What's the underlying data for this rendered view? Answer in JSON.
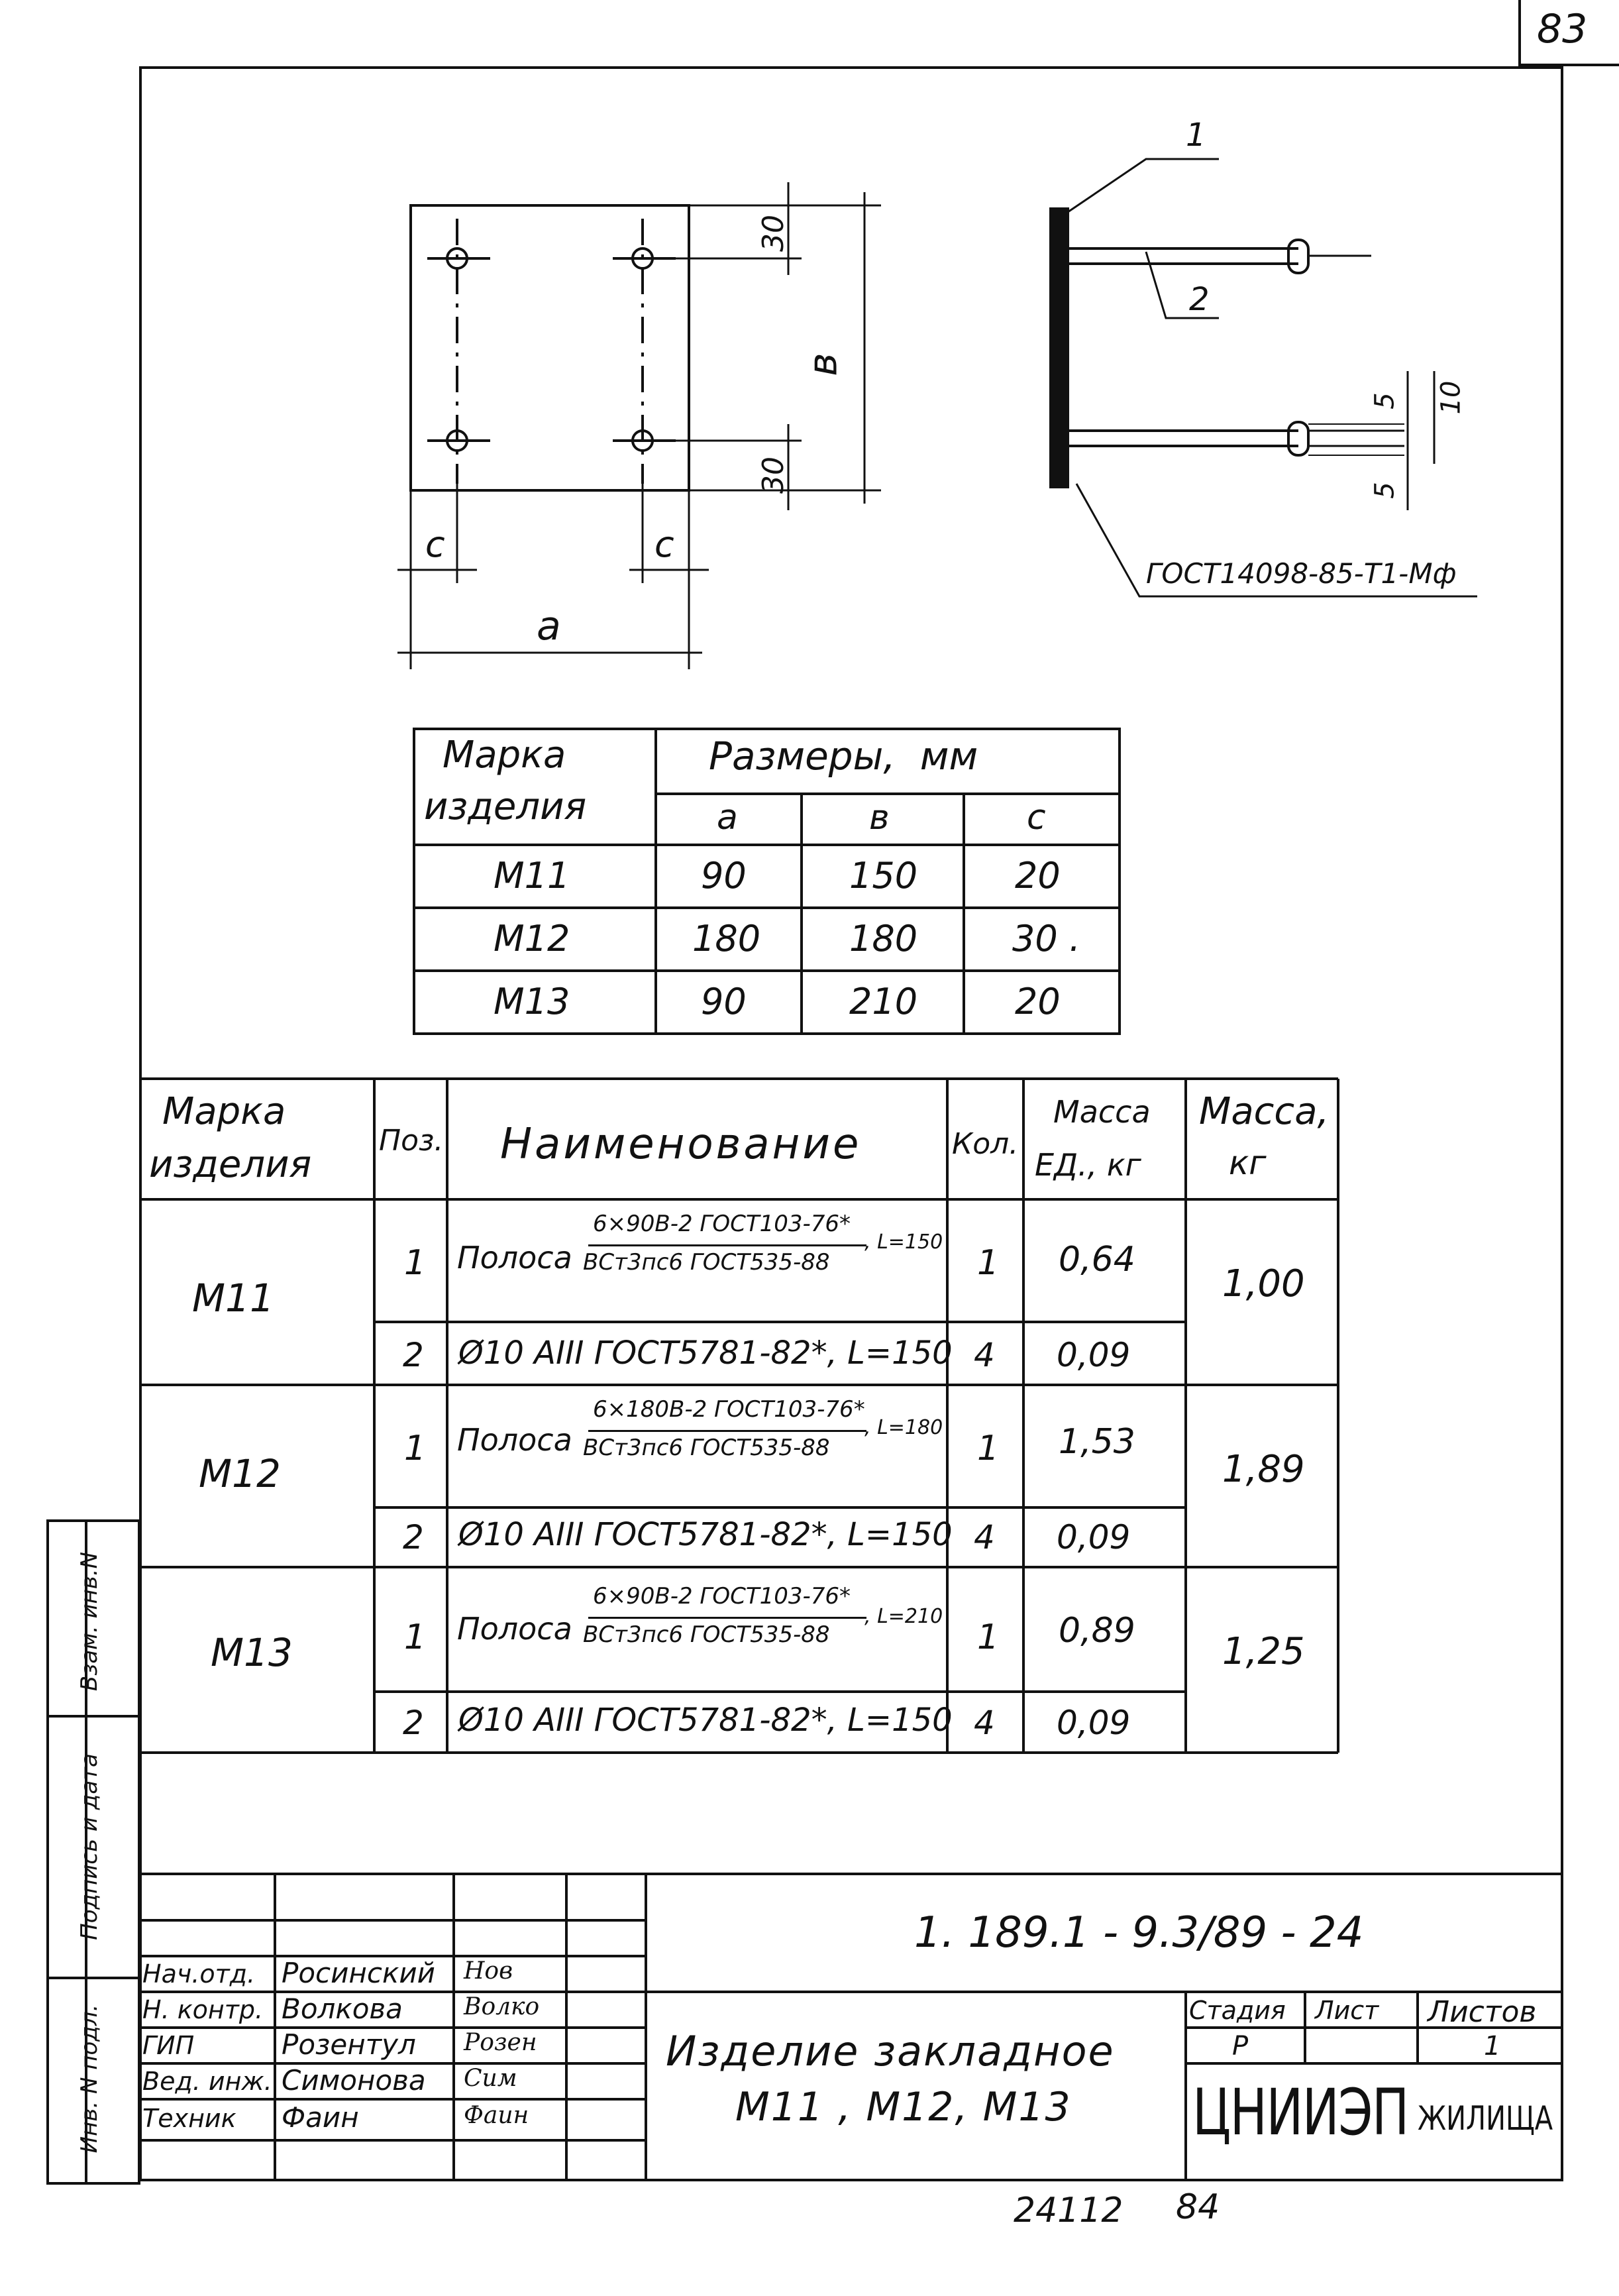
{
  "sheet_number": "83",
  "drawing": {
    "plan": {
      "dim_a": "a",
      "dim_b": "в",
      "dim_c_left": "c",
      "dim_c_right": "c",
      "dim_30_top": "30",
      "dim_30_bottom": "30"
    },
    "side": {
      "callout_1": "1",
      "callout_2": "2",
      "dim_5_top": "5",
      "dim_10": "10",
      "dim_5_bottom": "5",
      "weld_note": "ГОСТ14098-85-Т1-Мф"
    }
  },
  "sizes_table": {
    "header_mark": [
      "Марка",
      "изделия"
    ],
    "header_sizes": "Размеры,  мм",
    "col_a": "a",
    "col_b": "в",
    "col_c": "c",
    "rows": [
      {
        "mark": "М11",
        "a": "90",
        "b": "150",
        "c": "20"
      },
      {
        "mark": "М12",
        "a": "180",
        "b": "180",
        "c": "30 ."
      },
      {
        "mark": "М13",
        "a": "90",
        "b": "210",
        "c": "20"
      }
    ]
  },
  "spec_table": {
    "headers": {
      "mark": [
        "Марка",
        "изделия"
      ],
      "pos": "Поз.",
      "name": "Наименование",
      "qty": "Кол.",
      "unit_mass": [
        "Масса",
        "ЕД., кг"
      ],
      "mass": [
        "Масса,",
        "кг"
      ]
    },
    "groups": [
      {
        "mark": "М11",
        "mass": "1,00",
        "items": [
          {
            "pos": "1",
            "prefix": "Полоса",
            "num": "6×90В-2 ГОСТ103-76*",
            "den": "ВСт3пс6 ГОСТ535-88",
            "len": ", L=150",
            "qty": "1",
            "unit": "0,64"
          },
          {
            "pos": "2",
            "text": "Ø10 АIII ГОСТ5781-82*, L=150",
            "qty": "4",
            "unit": "0,09"
          }
        ]
      },
      {
        "mark": "М12",
        "mass": "1,89",
        "items": [
          {
            "pos": "1",
            "prefix": "Полоса",
            "num": "6×180В-2 ГОСТ103-76*",
            "den": "ВСт3пс6 ГОСТ535-88",
            "len": ", L=180",
            "qty": "1",
            "unit": "1,53"
          },
          {
            "pos": "2",
            "text": "Ø10 АIII ГОСТ5781-82*, L=150",
            "qty": "4",
            "unit": "0,09"
          }
        ]
      },
      {
        "mark": "М13",
        "mass": "1,25",
        "items": [
          {
            "pos": "1",
            "prefix": "Полоса",
            "num": "6×90В-2 ГОСТ103-76*",
            "den": "ВСт3пс6 ГОСТ535-88",
            "len": ", L=210",
            "qty": "1",
            "unit": "0,89"
          },
          {
            "pos": "2",
            "text": "Ø10 АIII ГОСТ5781-82*, L=150",
            "qty": "4",
            "unit": "0,09"
          }
        ]
      }
    ]
  },
  "side_stamp": [
    "Инв. N подл.",
    "Подпись и дата",
    "Взам. инв.N"
  ],
  "title_block": {
    "doc_code": "1. 189.1 - 9.3/89 - 24",
    "staff": [
      {
        "role": "Нач.отд.",
        "name": "Росинский",
        "sign": "Нов"
      },
      {
        "role": "Н. контр.",
        "name": "Волкова",
        "sign": "Волко"
      },
      {
        "role": "ГИП",
        "name": "Розентул",
        "sign": "Розен"
      },
      {
        "role": "Вед. инж.",
        "name": "Симонова",
        "sign": "Сим"
      },
      {
        "role": "Техник",
        "name": "Фаин",
        "sign": "Фаин"
      }
    ],
    "title_line1": "Изделие закладное",
    "title_line2": "М11 , М12, М13",
    "stage_label": "Стадия",
    "sheet_label": "Лист",
    "sheets_label": "Листов",
    "stage": "Р",
    "sheet": "",
    "sheets": "1",
    "org_logo": "ЦНИИЭП",
    "org_suffix": "ЖИЛИЩА"
  },
  "footer": {
    "code": "24112",
    "page": "84"
  }
}
